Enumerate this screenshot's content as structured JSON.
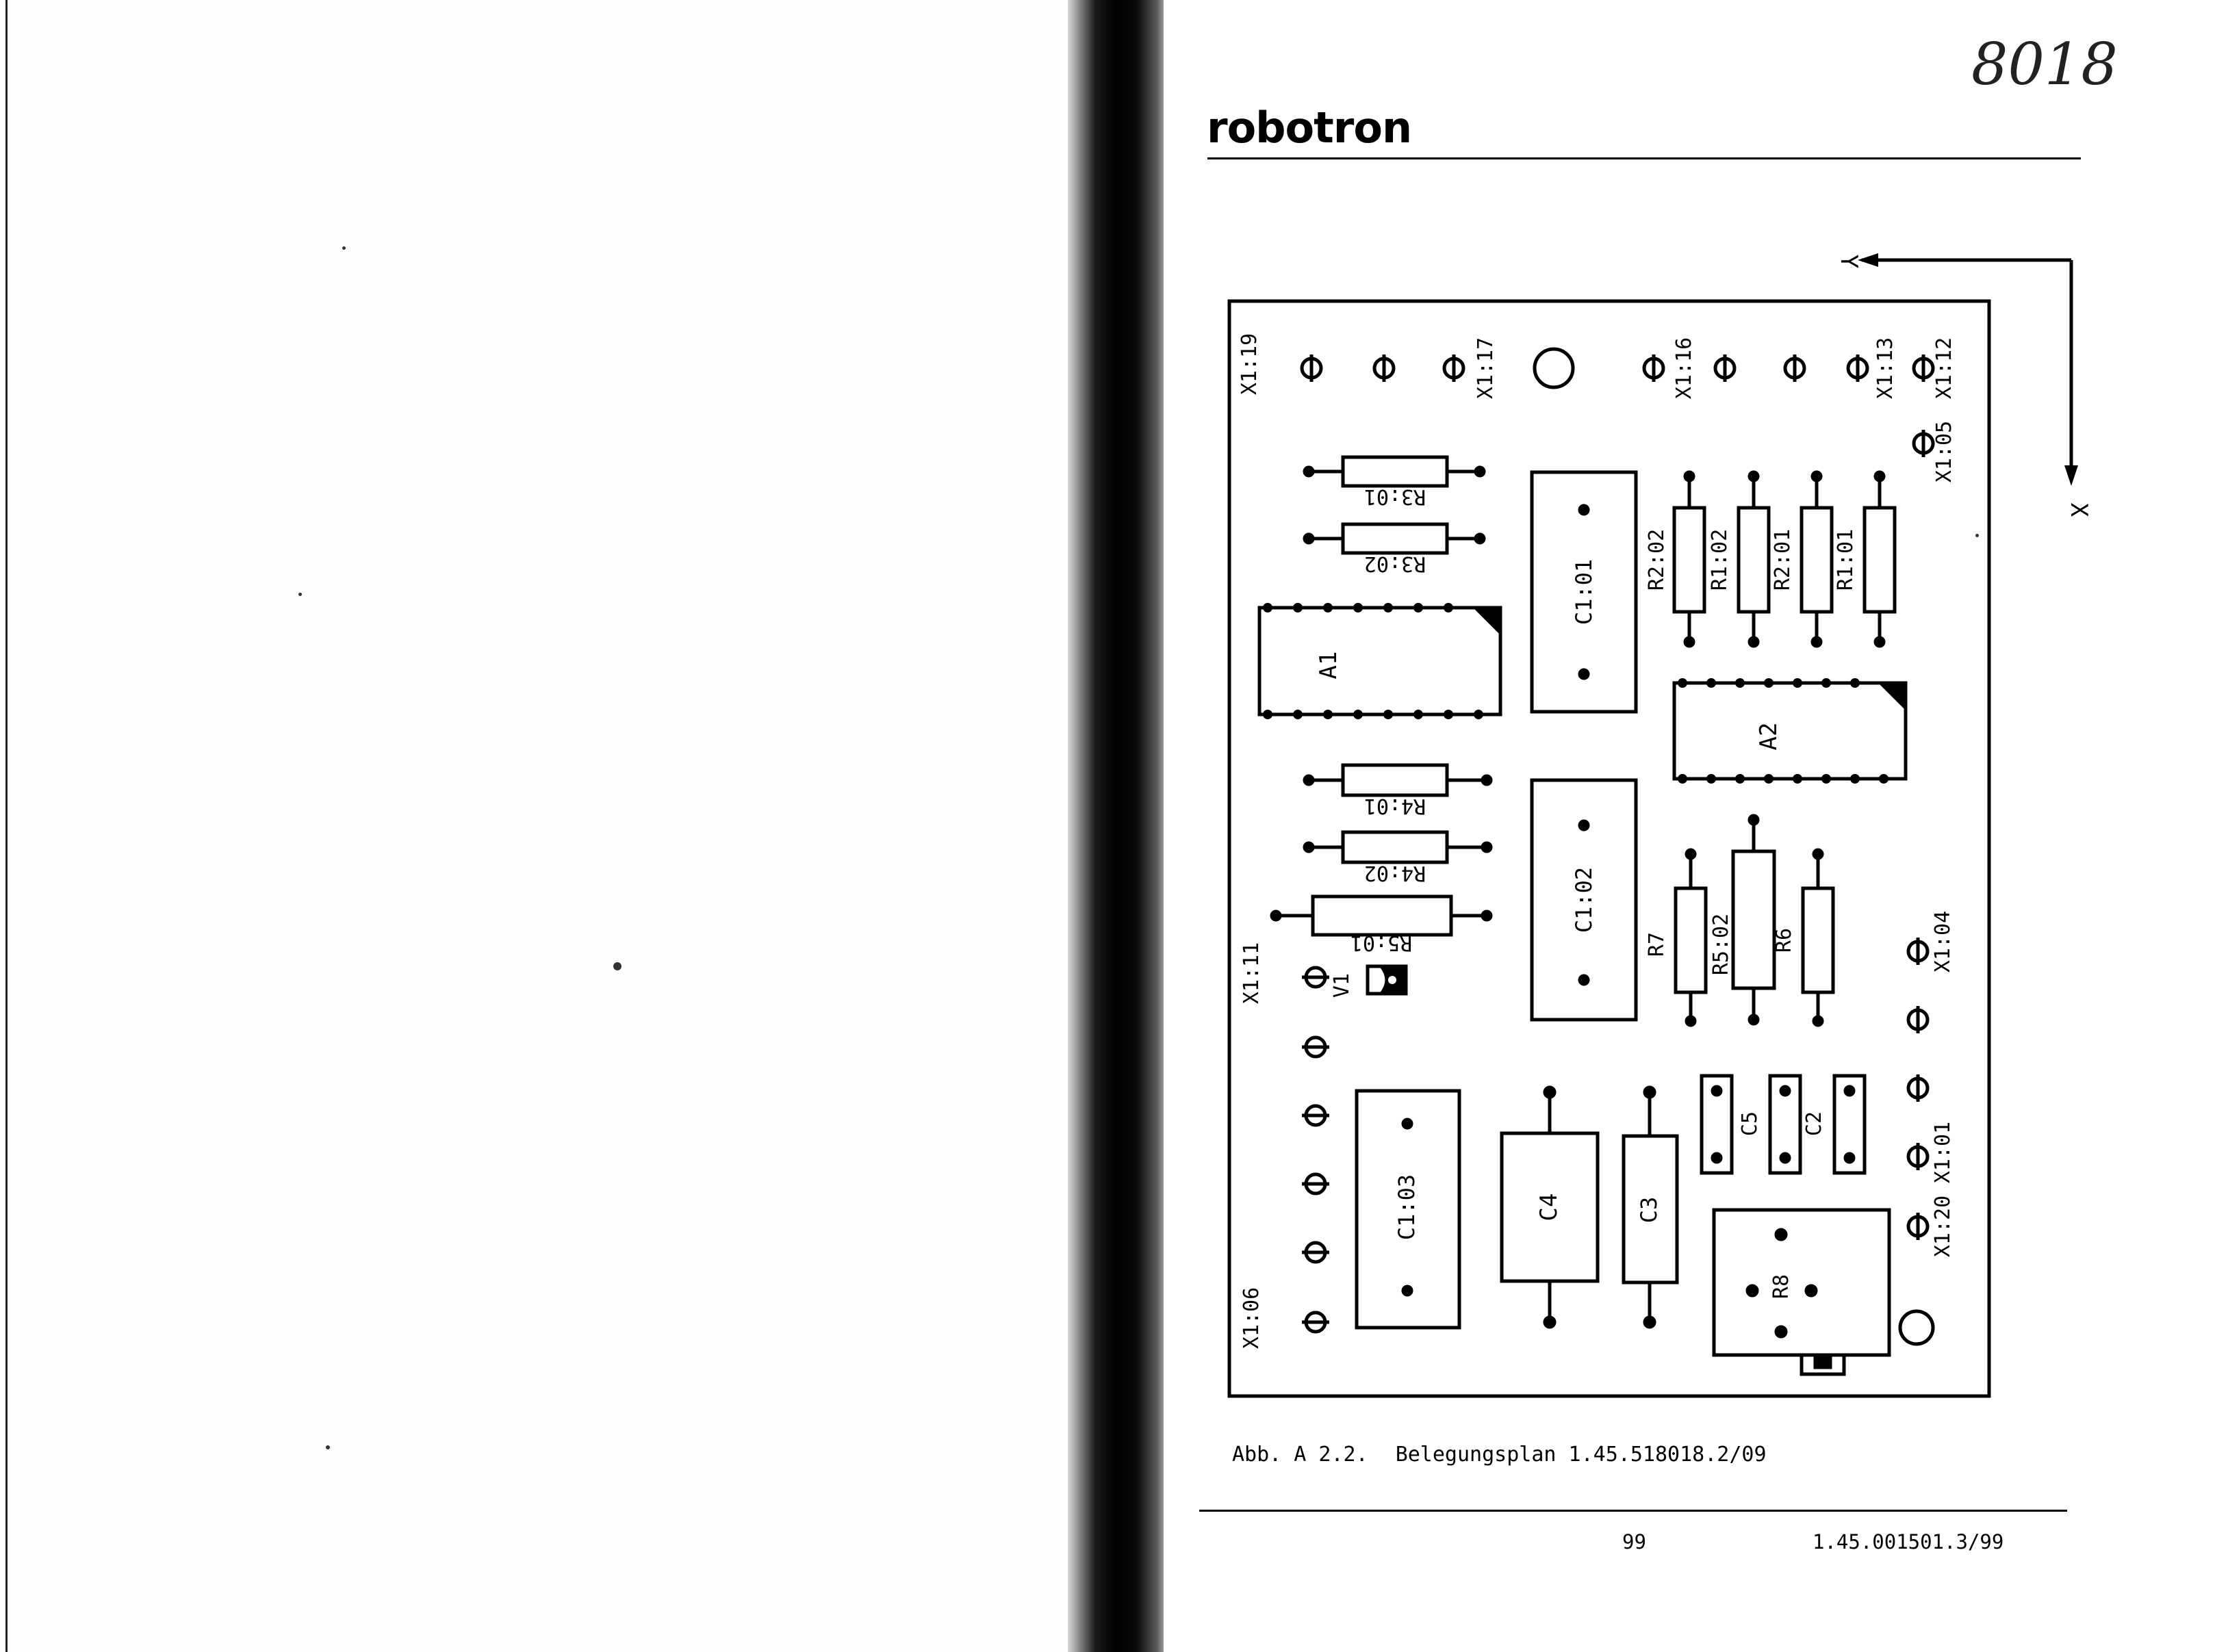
{
  "header": {
    "logo": "robotron",
    "handwritten_note": "8018"
  },
  "diagram": {
    "axes": {
      "y_label": "Y",
      "x_label": "X"
    },
    "connectors": {
      "x1_19": "X1:19",
      "x1_17": "X1:17",
      "x1_16": "X1:16",
      "x1_13": "X1:13",
      "x1_12": "X1:12",
      "x1_05": "X1:05",
      "x1_11": "X1:11",
      "x1_04": "X1:04",
      "x1_01": "X1:01",
      "x1_20": "X1:20",
      "x1_06": "X1:06"
    },
    "components": {
      "r3_01": "R3:01",
      "r3_02": "R3:02",
      "a1": "A1",
      "c1_01": "C1:01",
      "r2_02": "R2:02",
      "r1_02": "R1:02",
      "r2_01": "R2:01",
      "r1_01": "R1:01",
      "a2": "A2",
      "r4_01": "R4:01",
      "r4_02": "R4:02",
      "r5_01": "R5:01",
      "c1_02": "C1:02",
      "r7": "R7",
      "r5_02": "R5:02",
      "r6": "R6",
      "v1": "V1",
      "c1_03": "C1:03",
      "c4": "C4",
      "c3": "C3",
      "c5": "C5",
      "c2": "C2",
      "r8": "R8"
    }
  },
  "caption": {
    "figure": "Abb. A 2.2.",
    "title": "Belegungsplan 1.45.518018.2/09"
  },
  "footer": {
    "page_number": "99",
    "doc_number": "1.45.001501.3/99"
  }
}
